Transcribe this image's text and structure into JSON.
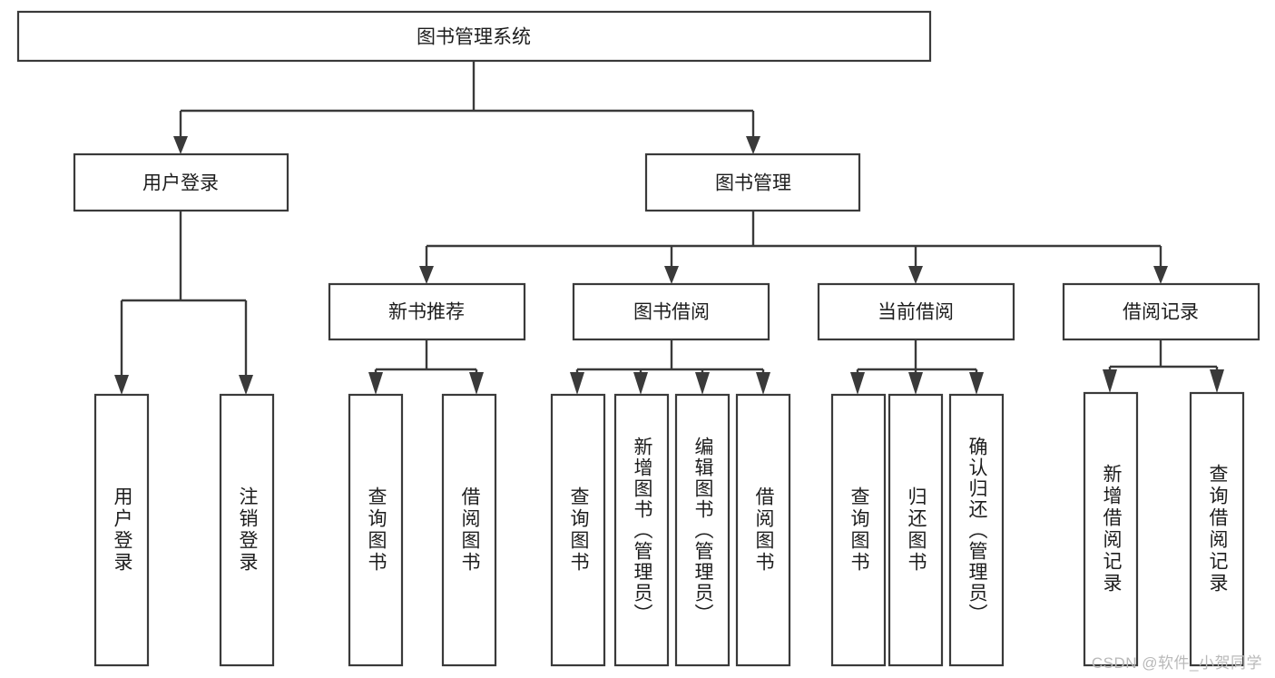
{
  "diagram": {
    "title": "图书管理系统",
    "type": "tree-hierarchy",
    "root": {
      "id": "root",
      "label": "图书管理系统",
      "orientation": "horizontal"
    },
    "level1": [
      {
        "id": "user-login",
        "label": "用户登录",
        "orientation": "horizontal"
      },
      {
        "id": "book-management",
        "label": "图书管理",
        "orientation": "horizontal"
      }
    ],
    "level2": [
      {
        "id": "new-book-recommend",
        "label": "新书推荐",
        "orientation": "horizontal",
        "parent": "book-management"
      },
      {
        "id": "book-borrow",
        "label": "图书借阅",
        "orientation": "horizontal",
        "parent": "book-management"
      },
      {
        "id": "current-borrow",
        "label": "当前借阅",
        "orientation": "horizontal",
        "parent": "book-management"
      },
      {
        "id": "borrow-record",
        "label": "借阅记录",
        "orientation": "horizontal",
        "parent": "book-management"
      }
    ],
    "leaves": {
      "user_login": [
        {
          "id": "leaf-user-login",
          "label": "用户登录",
          "orientation": "vertical"
        },
        {
          "id": "leaf-logout-login",
          "label": "注销登录",
          "orientation": "vertical"
        }
      ],
      "new_book_recommend": [
        {
          "id": "leaf-query-book-1",
          "label": "查询图书",
          "orientation": "vertical"
        },
        {
          "id": "leaf-borrow-book-1",
          "label": "借阅图书",
          "orientation": "vertical"
        }
      ],
      "book_borrow": [
        {
          "id": "leaf-query-book-2",
          "label": "查询图书",
          "orientation": "vertical"
        },
        {
          "id": "leaf-add-book",
          "label": "新增图书（管理员）",
          "orientation": "vertical"
        },
        {
          "id": "leaf-edit-book",
          "label": "编辑图书（管理员）",
          "orientation": "vertical"
        },
        {
          "id": "leaf-borrow-book-2",
          "label": "借阅图书",
          "orientation": "vertical"
        }
      ],
      "current_borrow": [
        {
          "id": "leaf-query-book-3",
          "label": "查询图书",
          "orientation": "vertical"
        },
        {
          "id": "leaf-return-book",
          "label": "归还图书",
          "orientation": "vertical"
        },
        {
          "id": "leaf-confirm-return",
          "label": "确认归还（管理员）",
          "orientation": "vertical"
        }
      ],
      "borrow_record": [
        {
          "id": "leaf-add-borrow-record",
          "label": "新增借阅记录",
          "orientation": "vertical"
        },
        {
          "id": "leaf-query-borrow-record",
          "label": "查询借阅记录",
          "orientation": "vertical"
        }
      ]
    },
    "colors": {
      "box_stroke": "#3a3a3a",
      "box_fill": "#ffffff",
      "connector": "#3a3a3a",
      "text": "#1d1d1d",
      "background": "#ffffff",
      "watermark": "#b9b9b9"
    }
  },
  "watermark": {
    "text": "CSDN @软件_小贺同学"
  }
}
